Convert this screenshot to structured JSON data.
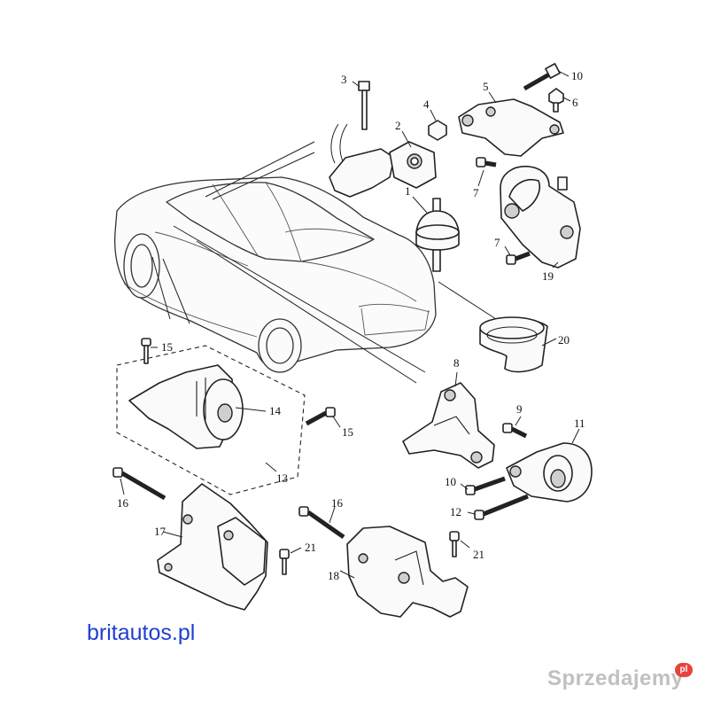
{
  "callouts": [
    {
      "id": "c1",
      "label": "1"
    },
    {
      "id": "c2",
      "label": "2"
    },
    {
      "id": "c3",
      "label": "3"
    },
    {
      "id": "c4",
      "label": "4"
    },
    {
      "id": "c5",
      "label": "5"
    },
    {
      "id": "c6",
      "label": "6"
    },
    {
      "id": "c7a",
      "label": "7"
    },
    {
      "id": "c7b",
      "label": "7"
    },
    {
      "id": "c8",
      "label": "8"
    },
    {
      "id": "c9",
      "label": "9"
    },
    {
      "id": "c10a",
      "label": "10"
    },
    {
      "id": "c10b",
      "label": "10"
    },
    {
      "id": "c11",
      "label": "11"
    },
    {
      "id": "c12",
      "label": "12"
    },
    {
      "id": "c13",
      "label": "13"
    },
    {
      "id": "c14",
      "label": "14"
    },
    {
      "id": "c15a",
      "label": "15"
    },
    {
      "id": "c15b",
      "label": "15"
    },
    {
      "id": "c16a",
      "label": "16"
    },
    {
      "id": "c16b",
      "label": "16"
    },
    {
      "id": "c17",
      "label": "17"
    },
    {
      "id": "c18",
      "label": "18"
    },
    {
      "id": "c19",
      "label": "19"
    },
    {
      "id": "c20",
      "label": "20"
    },
    {
      "id": "c21a",
      "label": "21"
    },
    {
      "id": "c21b",
      "label": "21"
    }
  ],
  "brand_text": "britautos.pl",
  "watermark": {
    "text": "Sprzedajemy",
    "badge": "pl"
  },
  "colors": {
    "brand": "#1f3fd1",
    "watermark": "#8c8c8c",
    "badge": "#e8433a",
    "line": "#222222"
  }
}
